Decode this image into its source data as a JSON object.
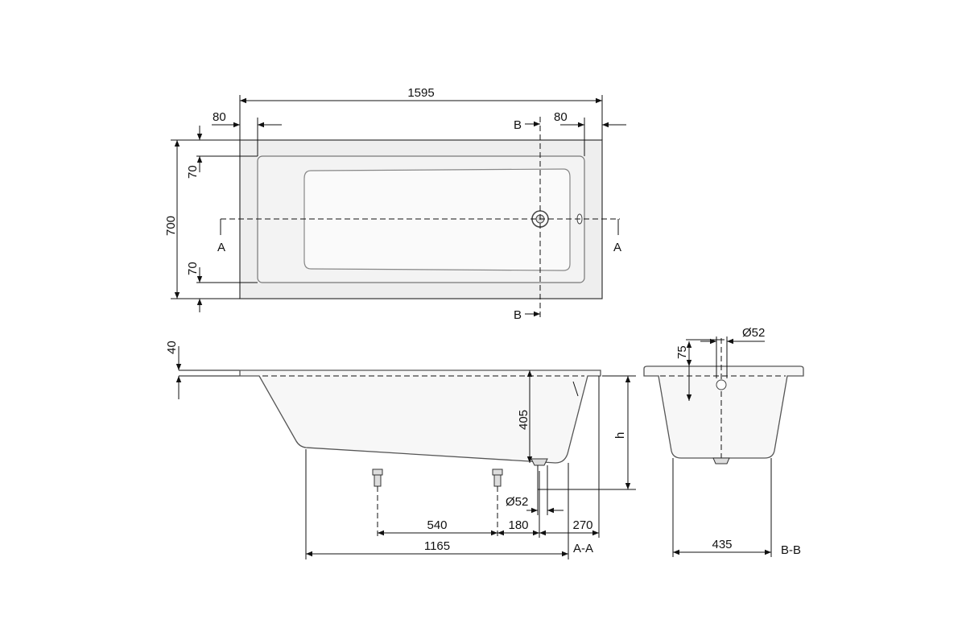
{
  "plan_view": {
    "overall_length": "1595",
    "rim_left": "80",
    "rim_right": "80",
    "overall_width": "700",
    "rim_top": "70",
    "rim_bottom": "70",
    "section_a_left": "A",
    "section_a_right": "A",
    "section_b_top": "B",
    "section_b_bottom": "B"
  },
  "section_a": {
    "rim_height": "40",
    "depth": "405",
    "height_var": "h",
    "drain_diameter": "Ø52",
    "leg_spacing": "540",
    "drain_offset": "180",
    "end_offset": "270",
    "bottom_length": "1165",
    "caption": "A-A"
  },
  "section_b": {
    "overflow_height": "75",
    "overflow_diameter": "Ø52",
    "bottom_width": "435",
    "caption": "B-B"
  }
}
